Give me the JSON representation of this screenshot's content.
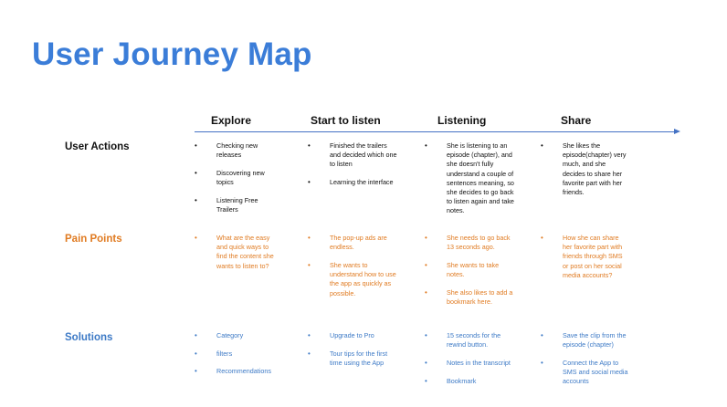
{
  "title": "User Journey Map",
  "stages": [
    "Explore",
    "Start to listen",
    "Listening",
    "Share"
  ],
  "rows": {
    "actions": {
      "label": "User Actions",
      "cells": [
        [
          "Checking new releases",
          "Discovering new topics",
          "Listening Free Trailers"
        ],
        [
          "Finished the trailers and decided which one to listen",
          "Learning the interface"
        ],
        [
          "She is listening to an episode (chapter), and she doesn't fully understand a couple of sentences meaning, so she decides to go back to listen again and take notes."
        ],
        [
          "She likes the episode(chapter) very much, and she decides to share her favorite part with her friends."
        ]
      ]
    },
    "pain": {
      "label": "Pain Points",
      "cells": [
        [
          "What are the easy and quick ways to find the content she wants to listen to?"
        ],
        [
          "The pop-up ads are endless.",
          "She wants to understand how to use the app as quickly as possible."
        ],
        [
          "She needs to go back 13 seconds ago.",
          "She wants to take notes.",
          "She also likes to add a bookmark here."
        ],
        [
          "How she can share her favorite part with friends through SMS or post on her social media accounts?"
        ]
      ]
    },
    "solutions": {
      "label": "Solutions",
      "cells": [
        [
          "Category",
          "filters",
          "Recommendations"
        ],
        [
          "Upgrade to Pro",
          "Tour tips for the first time using the App"
        ],
        [
          "15 seconds for the rewind button.",
          "Notes in the transcript",
          "Bookmark"
        ],
        [
          "Save the clip from the episode (chapter)",
          "Connect the App to SMS and social media accounts"
        ]
      ]
    }
  },
  "colors": {
    "title": "#3b7dd8",
    "axis": "#4472c4",
    "actions": "#111111",
    "pain": "#e07b22",
    "solutions": "#3d7ac6"
  }
}
